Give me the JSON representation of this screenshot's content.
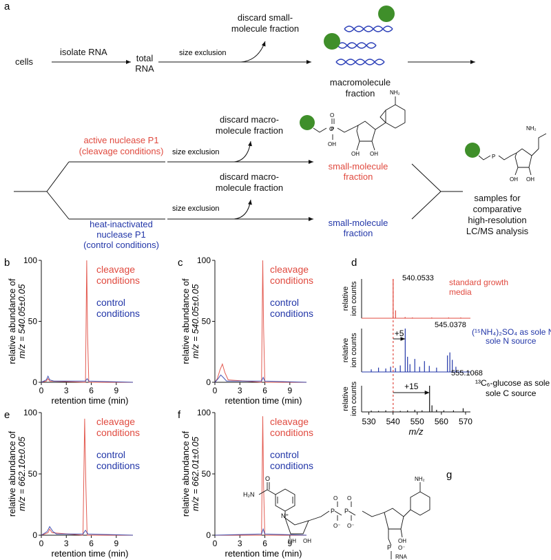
{
  "panel_labels": {
    "a": "a",
    "b": "b",
    "c": "c",
    "d": "d",
    "e": "e",
    "f": "f",
    "g": "g"
  },
  "flow": {
    "cells": "cells",
    "isolate_rna": "isolate RNA",
    "total_rna_1": "total",
    "total_rna_2": "RNA",
    "size_exclusion": "size exclusion",
    "discard_small_1": "discard small-",
    "discard_small_2": "molecule fraction",
    "macromolecule_1": "macromolecule",
    "macromolecule_2": "fraction",
    "active_1": "active nuclease P1",
    "active_2": "(cleavage conditions)",
    "heat_1": "heat-inactivated",
    "heat_2": "nuclease P1",
    "heat_3": "(control conditions)",
    "discard_macro_1": "discard macro-",
    "discard_macro_2": "molecule fraction",
    "small_frac_1": "small-molecule",
    "small_frac_2": "fraction",
    "samples_1": "samples for",
    "samples_2": "comparative",
    "samples_3": "high-resolution",
    "samples_4": "LC/MS analysis",
    "nh2": "NH₂",
    "oh": "OH",
    "o": "O",
    "p": "P",
    "n": "N"
  },
  "legend": {
    "cleavage_1": "cleavage",
    "cleavage_2": "conditions",
    "control_1": "control",
    "control_2": "conditions"
  },
  "colors": {
    "cleavage": "#e0493e",
    "control": "#2236a8",
    "dna": "#2b3fb8",
    "bead": "#3f8f2a"
  },
  "chart_data": [
    {
      "panel": "b",
      "type": "line",
      "ylabel_1": "relative abundance of",
      "ylabel_2": "m/z = 540.05±0.05",
      "xlabel": "retention time (min)",
      "xticks": [
        "0",
        "3",
        "6",
        "9"
      ],
      "yticks": [
        "0",
        "50",
        "100"
      ],
      "xlim": [
        0,
        11
      ],
      "ylim": [
        0,
        100
      ],
      "series": [
        {
          "name": "cleavage conditions",
          "x": [
            0,
            0.6,
            0.8,
            1,
            5.3,
            5.45,
            5.55,
            5.7,
            11
          ],
          "y": [
            0,
            1,
            3,
            1,
            0,
            100,
            40,
            0,
            0
          ]
        },
        {
          "name": "control conditions",
          "x": [
            0,
            0.6,
            0.8,
            1,
            1.5,
            5.3,
            5.5,
            5.7,
            11
          ],
          "y": [
            0,
            2,
            5,
            2,
            1,
            1,
            3,
            1,
            0
          ]
        }
      ]
    },
    {
      "panel": "c",
      "type": "line",
      "ylabel_1": "relative abundance of",
      "ylabel_2": "m/z = 540.05±0.05",
      "xlabel": "retention time (min)",
      "xticks": [
        "0",
        "3",
        "6",
        "9"
      ],
      "yticks": [
        "0",
        "50",
        "100"
      ],
      "xlim": [
        0,
        11
      ],
      "ylim": [
        0,
        100
      ],
      "series": [
        {
          "name": "cleavage conditions",
          "x": [
            0,
            0.3,
            0.6,
            0.9,
            1.2,
            1.6,
            5.6,
            5.75,
            5.85,
            6.0,
            11
          ],
          "y": [
            0,
            3,
            10,
            15,
            8,
            2,
            0,
            100,
            45,
            0,
            0
          ]
        },
        {
          "name": "control conditions",
          "x": [
            0,
            0.4,
            0.7,
            1.0,
            1.4,
            5.6,
            5.8,
            6,
            11
          ],
          "y": [
            0,
            3,
            6,
            4,
            1,
            1,
            4,
            1,
            0
          ]
        }
      ]
    },
    {
      "panel": "d",
      "type": "bar",
      "xlabel": "m/z",
      "xticks": [
        "530",
        "540",
        "550",
        "560",
        "570"
      ],
      "xlim": [
        527,
        572
      ],
      "spectra": [
        {
          "label": "standard growth media",
          "ylabel": "relative ion counts",
          "peak_label": "540.0533",
          "x": [
            540.05,
            541.05,
            545.0,
            548.0,
            556.0,
            563.0,
            568.0
          ],
          "y": [
            100,
            20,
            3,
            2,
            2,
            2,
            2
          ]
        },
        {
          "label": "(¹⁵NH₄)₂SO₄ as sole N source",
          "ylabel": "relative ion counts",
          "peak_label": "545.0378",
          "x": [
            531,
            534,
            537,
            539,
            541,
            543,
            545.04,
            546,
            547,
            549,
            551,
            553,
            555,
            558,
            562.5,
            563.5,
            564.5,
            566
          ],
          "y": [
            6,
            10,
            8,
            12,
            9,
            15,
            100,
            35,
            18,
            30,
            12,
            25,
            14,
            10,
            38,
            45,
            28,
            12
          ]
        },
        {
          "label": "¹³C₆-glucose as sole C source",
          "ylabel": "relative ion counts",
          "peak_label": "555.1068",
          "x": [
            531,
            534,
            537,
            540,
            543,
            546,
            549,
            552,
            555.11,
            556.1,
            558,
            561,
            565,
            569
          ],
          "y": [
            5,
            4,
            6,
            5,
            4,
            6,
            8,
            6,
            100,
            25,
            8,
            6,
            6,
            14
          ]
        }
      ],
      "shift_1": "+5",
      "shift_2": "+15"
    },
    {
      "panel": "e",
      "type": "line",
      "ylabel_1": "relative abundance of",
      "ylabel_2": "m/z = 662.10±0.05",
      "xlabel": "retention time (min)",
      "xticks": [
        "0",
        "3",
        "6",
        "9"
      ],
      "yticks": [
        "0",
        "50",
        "100"
      ],
      "xlim": [
        0,
        11
      ],
      "ylim": [
        0,
        100
      ],
      "series": [
        {
          "name": "cleavage conditions",
          "x": [
            0,
            0.8,
            1.0,
            1.3,
            5.0,
            5.2,
            5.35,
            5.5,
            11
          ],
          "y": [
            0,
            2,
            5,
            2,
            0,
            95,
            40,
            0,
            0
          ]
        },
        {
          "name": "control conditions",
          "x": [
            0,
            0.7,
            1.0,
            1.4,
            1.8,
            5.0,
            5.3,
            5.6,
            11
          ],
          "y": [
            0,
            3,
            7,
            3,
            1,
            1,
            4,
            1,
            0
          ]
        }
      ]
    },
    {
      "panel": "f",
      "type": "line",
      "ylabel_1": "relative abundance of",
      "ylabel_2": "m/z = 662.01±0.05",
      "xlabel": "retention time (min)",
      "xticks": [
        "0",
        "3",
        "6",
        "9"
      ],
      "yticks": [
        "0",
        "50",
        "100"
      ],
      "xlim": [
        0,
        11
      ],
      "ylim": [
        0,
        100
      ],
      "series": [
        {
          "name": "cleavage conditions",
          "x": [
            0,
            5.6,
            5.75,
            5.85,
            6.0,
            11
          ],
          "y": [
            0,
            0,
            97,
            40,
            0,
            0
          ]
        },
        {
          "name": "control conditions",
          "x": [
            0,
            5.6,
            5.8,
            6.0,
            11
          ],
          "y": [
            0,
            1,
            5,
            1,
            0
          ]
        }
      ]
    }
  ],
  "chem_g": {
    "h2n": "H₂N",
    "o": "O",
    "n_plus": "N⁺",
    "o_minus": "O⁻",
    "p": "P",
    "oh": "OH",
    "rna": "RNA",
    "nh2": "NH₂"
  }
}
